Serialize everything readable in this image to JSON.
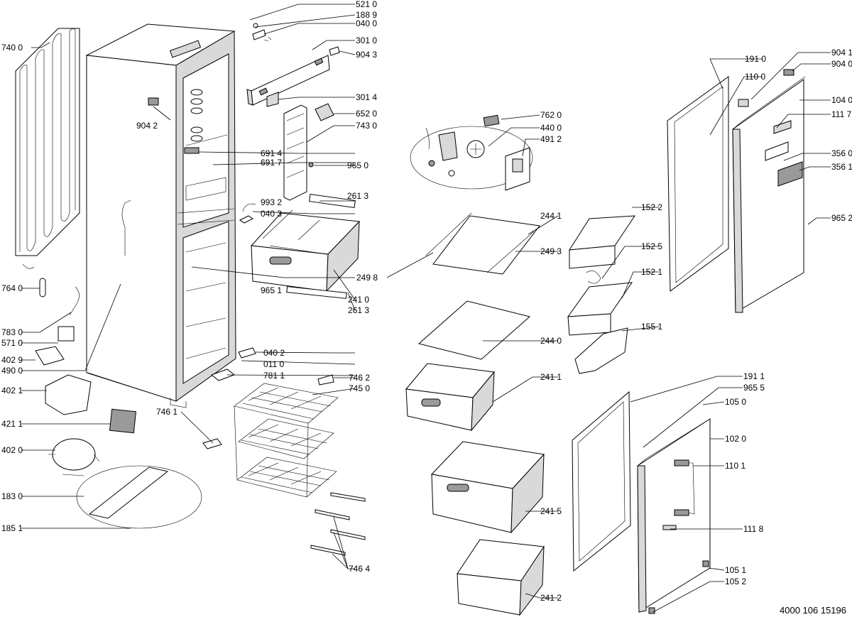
{
  "labels": {
    "l5210": "521 0",
    "l1889": "188 9",
    "l0400": "040 0",
    "l3010": "301 0",
    "l9043": "904 3",
    "l3014": "301 4",
    "l6520": "652 0",
    "l7430": "743 0",
    "l7400": "740 0",
    "l9042": "904 2",
    "l6914": "691 4",
    "l6917": "691 7",
    "l9650": "965 0",
    "l9932": "993 2",
    "l0403": "040 3",
    "l2613a": "261 3",
    "l2498": "249 8",
    "l9651": "965 1",
    "l2410": "241 0",
    "l2613b": "261 3",
    "l7640": "764 0",
    "l7830": "783 0",
    "l5710": "571 0",
    "l4029": "402 9",
    "l4900": "490 0",
    "l4021": "402 1",
    "l4211": "421 1",
    "l4020": "402 0",
    "l1830": "183 0",
    "l1851": "185 1",
    "l0402": "040 2",
    "l0110": "011 0",
    "l7811": "781 1",
    "l7462": "746 2",
    "l7450": "745 0",
    "l7461": "746 1",
    "l7464": "746 4",
    "l7620": "762 0",
    "l4400": "440 0",
    "l4912": "491 2",
    "l2441": "244 1",
    "l2493": "249 3",
    "l2440": "244 0",
    "l2411": "241 1",
    "l2415": "241 5",
    "l2412": "241 2",
    "l1522": "152 2",
    "l1525": "152 5",
    "l1521": "152 1",
    "l1551": "155 1",
    "l1910": "191 0",
    "l1100": "110 0",
    "l9041": "904 1",
    "l9040": "904 0",
    "l1040": "104 0",
    "l1117": "111 7",
    "l3560": "356 0",
    "l3561": "356 1",
    "l9652": "965 2",
    "l1911": "191 1",
    "l9655": "965 5",
    "l1050": "105 0",
    "l1020": "102 0",
    "l1101": "110 1",
    "l1118": "111 8",
    "l1051": "105 1",
    "l1052": "105 2"
  },
  "footer": {
    "doc_number": "4000 106 15196"
  }
}
